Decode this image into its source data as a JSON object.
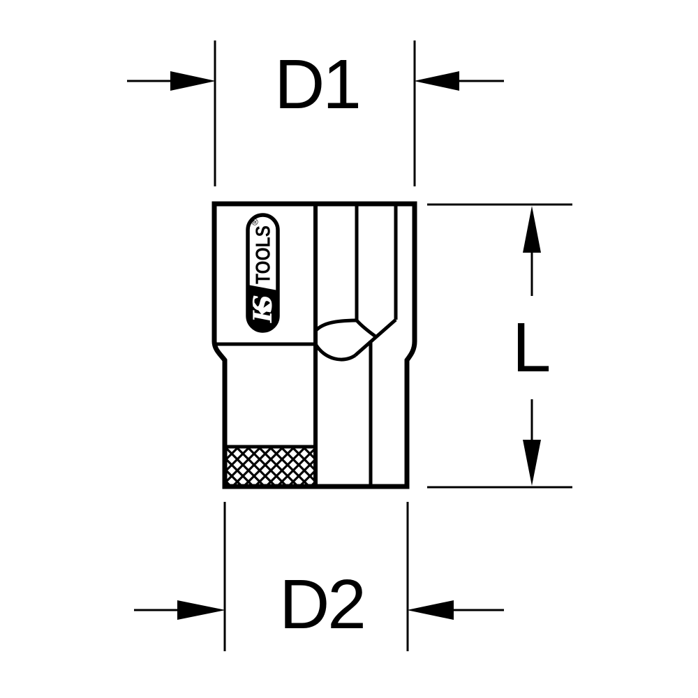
{
  "labels": {
    "d1": "D1",
    "d2": "D2",
    "l": "L"
  },
  "logo": {
    "ks": "KS",
    "tools": "TOOLS",
    "registered": "®"
  },
  "colors": {
    "line": "#000000",
    "background": "#ffffff"
  }
}
